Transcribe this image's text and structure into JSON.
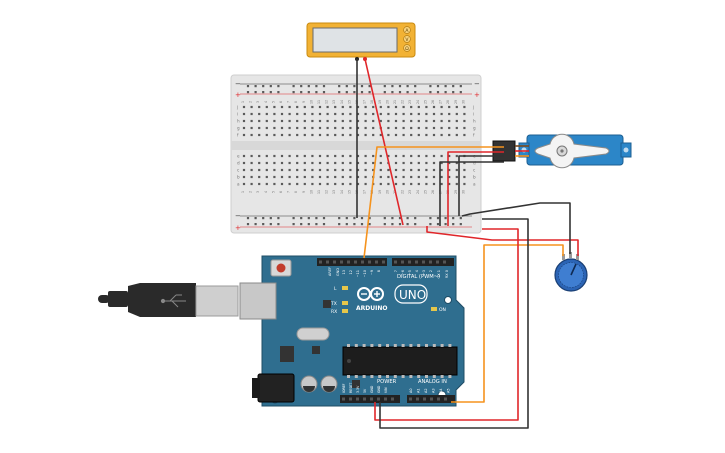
{
  "board": {
    "brand_text": "ARDUINO",
    "model_text": "UNO",
    "digital_header_label": "DIGITAL (PWM~)",
    "power_label": "POWER",
    "analog_label": "ANALOG IN",
    "led_labels": [
      "L",
      "TX",
      "RX",
      "ON"
    ],
    "aref_label": "AREF",
    "gnd_label": "GND",
    "power_pins": [
      "IOREF",
      "RESET",
      "3.3V",
      "5V",
      "GND",
      "GND",
      "VIN"
    ],
    "analog_pins": [
      "A0",
      "A1",
      "A2",
      "A3",
      "A4",
      "A5"
    ],
    "digital_pins": [
      "13",
      "12",
      "~11",
      "~10",
      "~9",
      "8",
      "7",
      "~6",
      "~5",
      "4",
      "~3",
      "2",
      "TX 1",
      "RX 0"
    ]
  },
  "breadboard": {
    "column_numbers": [
      "1",
      "2",
      "3",
      "4",
      "5",
      "6",
      "7",
      "8",
      "9",
      "10",
      "11",
      "12",
      "13",
      "14",
      "15",
      "16",
      "17",
      "18",
      "19",
      "20",
      "21",
      "22",
      "23",
      "24",
      "25",
      "26",
      "27",
      "28",
      "29",
      "30"
    ],
    "row_letters_top": [
      "j",
      "i",
      "h",
      "g",
      "f"
    ],
    "row_letters_bottom": [
      "e",
      "d",
      "c",
      "b",
      "a"
    ],
    "rail_minus": "−",
    "rail_plus": "+"
  },
  "multimeter": {
    "knob_labels": [
      "A",
      "V",
      "Ω"
    ]
  },
  "colors": {
    "board": "#2f6e8f",
    "breadboard": "#e6e6e6",
    "wire_red": "#e0262a",
    "wire_orange": "#f5931e",
    "wire_black": "#333333",
    "multimeter": "#f2b234",
    "servo": "#2c86c8",
    "pot": "#2b64b5"
  }
}
